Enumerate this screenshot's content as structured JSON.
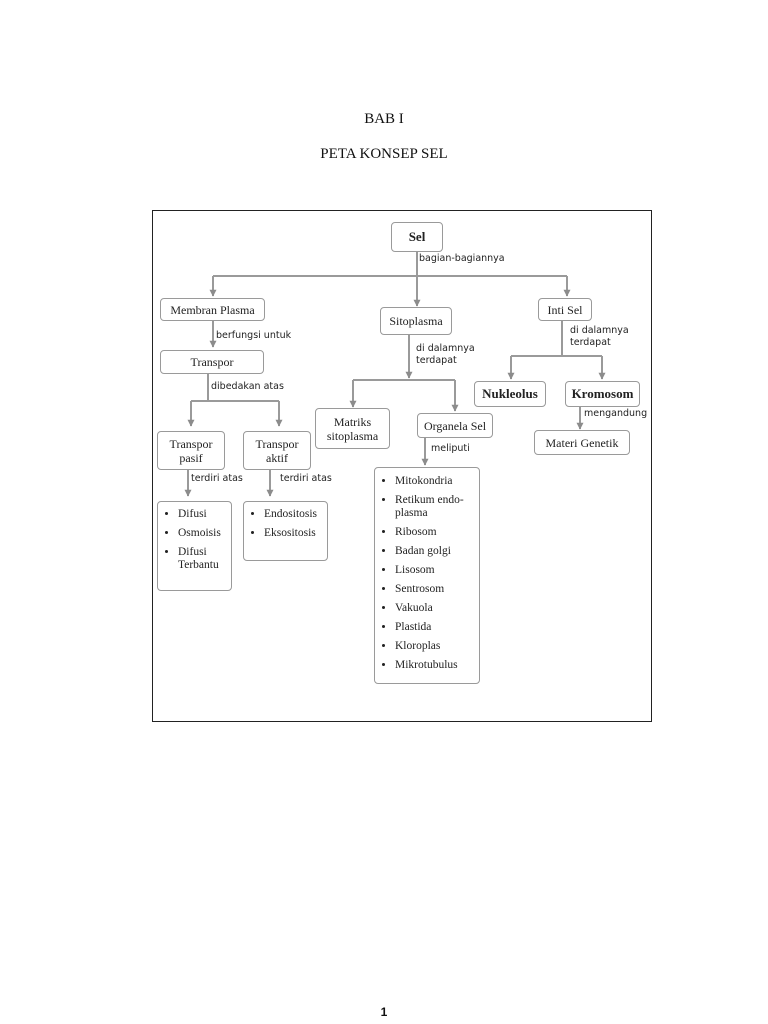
{
  "header": {
    "chapter": "BAB I",
    "title": "PETA KONSEP SEL"
  },
  "diagram": {
    "nodes": {
      "sel": "Sel",
      "membran_plasma": "Membran Plasma",
      "sitoplasma": "Sitoplasma",
      "inti_sel": "Inti Sel",
      "transpor": "Transpor",
      "transpor_pasif": "Transpor pasif",
      "transpor_aktif": "Transpor aktif",
      "matriks_sitoplasma": "Matriks sitoplasma",
      "organela_sel": "Organela Sel",
      "nukleolus": "Nukleolus",
      "kromosom": "Kromosom",
      "materi_genetik": "Materi Genetik"
    },
    "labels": {
      "bagian": "bagian-bagiannya",
      "berfungsi": "berfungsi untuk",
      "dibedakan": "dibedakan atas",
      "terdiri_pasif": "terdiri atas",
      "terdiri_aktif": "terdiri atas",
      "sito_dalam": "di dalamnya terdapat",
      "inti_dalam": "di dalamnya terdapat",
      "meliputi": "meliputi",
      "mengandung": "mengandung"
    },
    "lists": {
      "pasif": [
        "Difusi",
        "Osmoisis",
        "Difusi Terbantu"
      ],
      "aktif": [
        "Endositosis",
        "Eksositosis"
      ],
      "organela": [
        "Mitokondria",
        "Retikum endo-plasma",
        "Ribosom",
        "Badan golgi",
        "Lisosom",
        "Sentrosom",
        "Vakuola",
        "Plastida",
        "Kloroplas",
        "Mikrotubulus"
      ]
    }
  },
  "footer": {
    "page_number": "1"
  }
}
